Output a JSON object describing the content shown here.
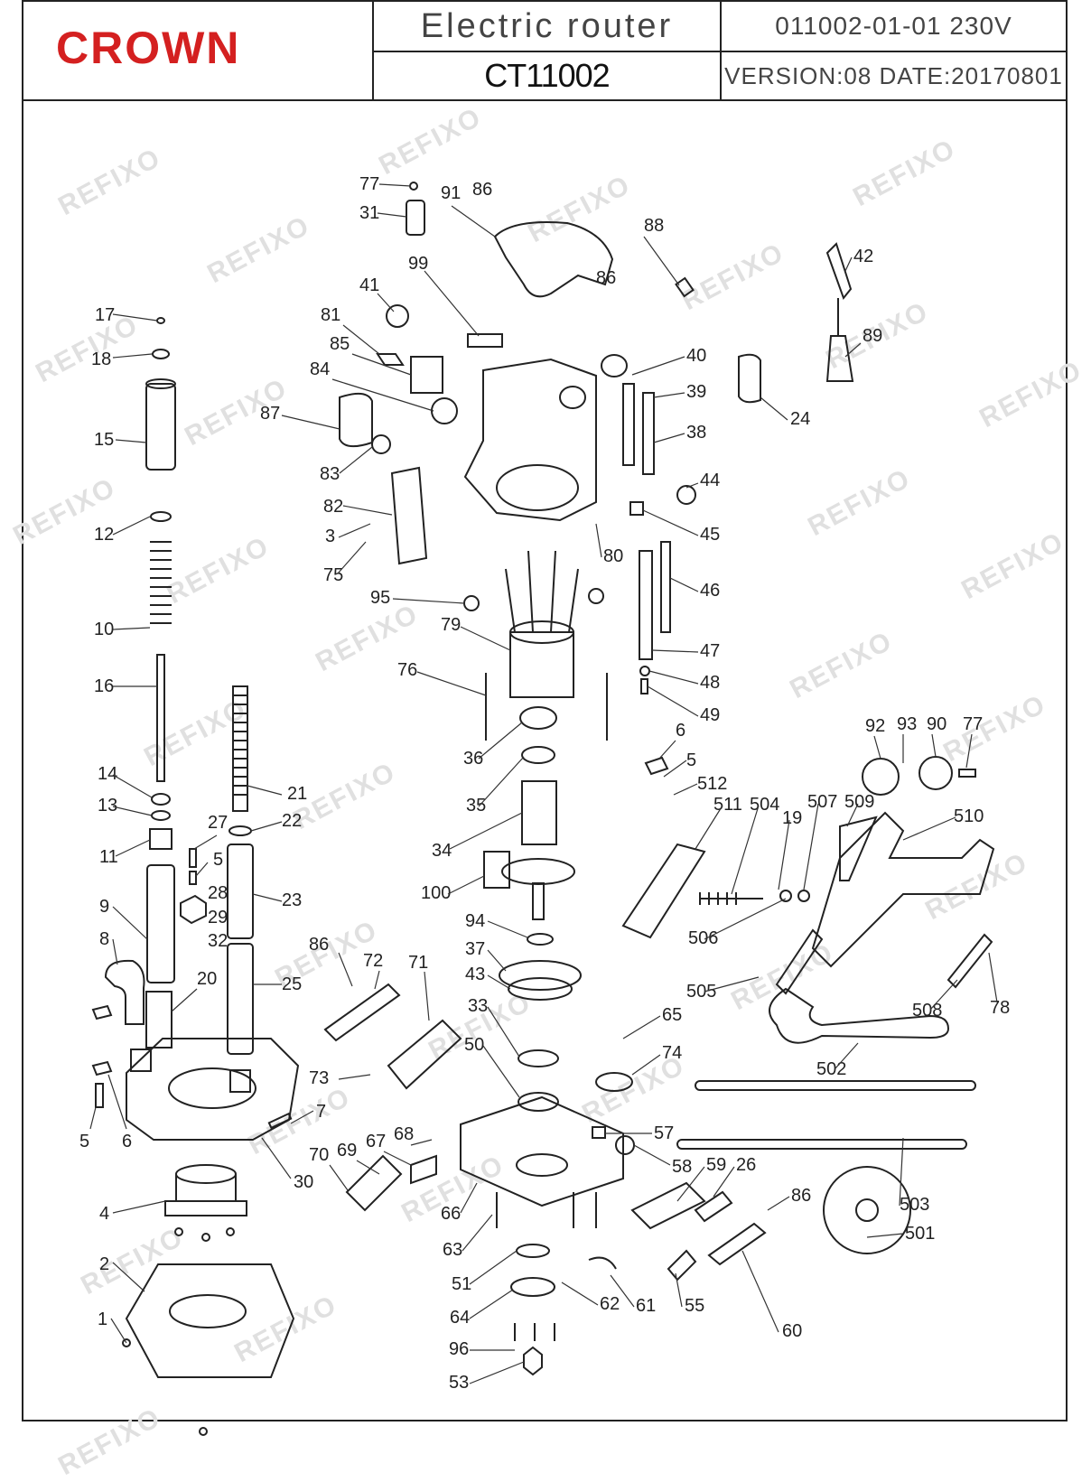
{
  "header": {
    "brand": "CROWN",
    "product_name": "Electric  router",
    "model": "CT11002",
    "code_voltage": "011002-01-01  230V",
    "version_date": "VERSION:08  DATE:20170801",
    "brand_color": "#d42020"
  },
  "watermark": "REFIXO",
  "part_labels": {
    "p77a": "77",
    "p31": "31",
    "p91": "91",
    "p86a": "86",
    "p88": "88",
    "p86b": "86",
    "p42": "42",
    "p89": "89",
    "p99": "99",
    "p41": "41",
    "p81": "81",
    "p85": "85",
    "p84": "84",
    "p87": "87",
    "p83": "83",
    "p82": "82",
    "p3": "3",
    "p75": "75",
    "p40": "40",
    "p39": "39",
    "p38": "38",
    "p24": "24",
    "p44": "44",
    "p45": "45",
    "p80": "80",
    "p46": "46",
    "p47": "47",
    "p48": "48",
    "p49": "49",
    "p95": "95",
    "p79": "79",
    "p76": "76",
    "p36": "36",
    "p35": "35",
    "p34": "34",
    "p100": "100",
    "p94": "94",
    "p37": "37",
    "p43": "43",
    "p33": "33",
    "p50": "50",
    "p17": "17",
    "p18": "18",
    "p15": "15",
    "p12": "12",
    "p10": "10",
    "p16": "16",
    "p14": "14",
    "p13": "13",
    "p11": "11",
    "p9": "9",
    "p8": "8",
    "p20": "20",
    "p5a": "5",
    "p6a": "6",
    "p7": "7",
    "p30": "30",
    "p4": "4",
    "p2": "2",
    "p1": "1",
    "p21": "21",
    "p22": "22",
    "p27": "27",
    "p5b": "5",
    "p28": "28",
    "p29": "29",
    "p32": "32",
    "p23": "23",
    "p25": "25",
    "p86c": "86",
    "p72": "72",
    "p71": "71",
    "p73": "73",
    "p70": "70",
    "p69": "69",
    "p67": "67",
    "p68": "68",
    "p66": "66",
    "p63": "63",
    "p51": "51",
    "p64": "64",
    "p96": "96",
    "p53": "53",
    "p62": "62",
    "p61": "61",
    "p65": "65",
    "p74": "74",
    "p57": "57",
    "p58": "58",
    "p59": "59",
    "p26": "26",
    "p55": "55",
    "p60": "60",
    "p86d": "86",
    "p6b": "6",
    "p5c": "5",
    "p512": "512",
    "p511": "511",
    "p504": "504",
    "p19": "19",
    "p507": "507",
    "p509": "509",
    "p510": "510",
    "p92": "92",
    "p93": "93",
    "p90": "90",
    "p77b": "77",
    "p506": "506",
    "p505": "505",
    "p508": "508",
    "p78": "78",
    "p502": "502",
    "p503": "503",
    "p501": "501"
  }
}
